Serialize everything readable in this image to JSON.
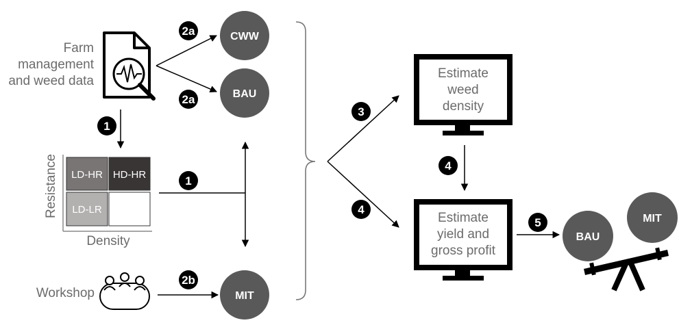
{
  "inputs": {
    "farm_lines": [
      "Farm",
      "management",
      "and weed data"
    ],
    "workshop": "Workshop"
  },
  "scenarios": {
    "cww": "CWW",
    "bau": "BAU",
    "mit": "MIT"
  },
  "steps": {
    "s1a": "1",
    "s1b": "1",
    "s2a_top": "2a",
    "s2a_bottom": "2a",
    "s2b": "2b",
    "s3": "3",
    "s4_mid": "4",
    "s4_left": "4",
    "s5": "5"
  },
  "matrix": {
    "y_axis": "Resistance",
    "x_axis": "Density",
    "cells": {
      "top_left": "LD-HR",
      "top_right": "HD-HR",
      "bottom_left": "LD-LR",
      "bottom_right": ""
    },
    "colors": {
      "top_left": "#7a7575",
      "top_right": "#3a3535",
      "bottom_left": "#b3b0b0",
      "bottom_right": "#ffffff"
    }
  },
  "monitors": {
    "weed": [
      "Estimate",
      "weed",
      "density"
    ],
    "yield": [
      "Estimate",
      "yield and",
      "gross profit"
    ]
  },
  "balance": {
    "left": "BAU",
    "right": "MIT"
  },
  "colors": {
    "scenario_fill": "#595959",
    "step_fill": "#000000",
    "label_gray": "#6b6b6b"
  }
}
